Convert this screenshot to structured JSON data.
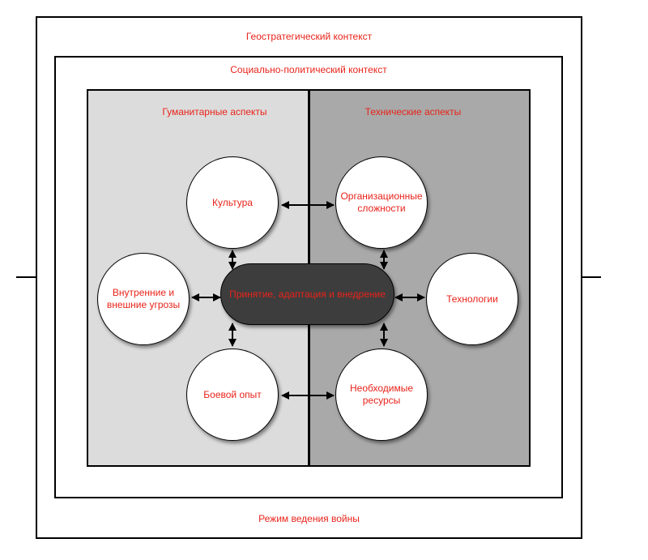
{
  "outer": {
    "top_label": "Геостратегический контекст",
    "bottom_label": "Режим ведения войны"
  },
  "middle": {
    "label": "Социально-политический контекст"
  },
  "panels": {
    "left_label": "Гуманитарные аспекты",
    "right_label": "Технические аспекты"
  },
  "nodes": {
    "culture": "Культура",
    "org": "Организационные сложности",
    "threats": "Внутренние и внешние угрозы",
    "tech": "Технологии",
    "combat": "Боевой опыт",
    "resources": "Необходимые ресурсы",
    "center": "Принятие, адаптация и внедрение"
  },
  "colors": {
    "accent_text": "#e8231a",
    "left_panel": "#dcdcdc",
    "right_panel": "#a9a9a9",
    "center": "#3d3d3d"
  }
}
